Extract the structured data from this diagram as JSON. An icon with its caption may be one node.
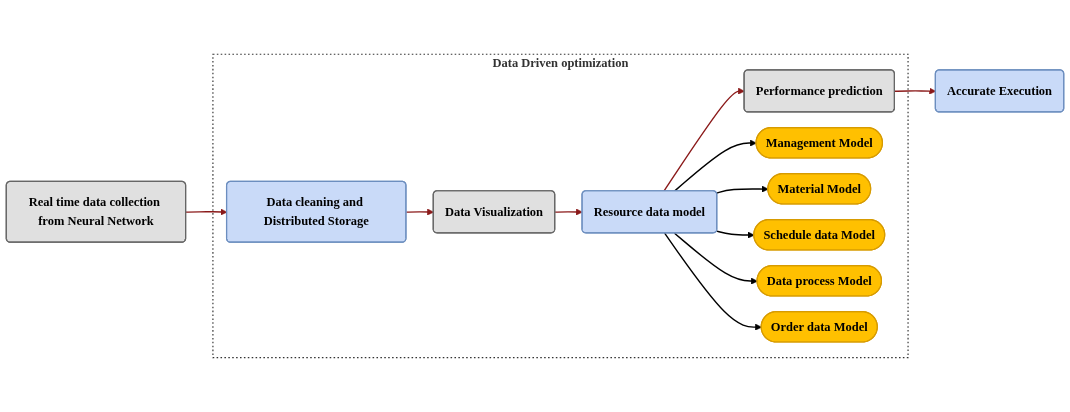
{
  "diagram": {
    "nodes": [
      {
        "text": [
          "Real time data collection from Neural Network"
        ]
      },
      {
        "text": [
          "Data Driven optimization"
        ]
      },
      {
        "text": [
          "Data cleaning and Distributed Storage"
        ],
        "in": 1
      },
      {
        "text": [
          "Data Visualization"
        ],
        "in": 1
      },
      {
        "text": [
          "Resource data model"
        ],
        "in": 1
      },
      {
        "text": [
          "Performance prediction"
        ],
        "in": 1
      },
      {
        "text": [
          "Accurate Execution"
        ]
      },
      {
        "text": [
          "Management Model"
        ],
        "in": 1
      },
      {
        "text": [
          "Material Model"
        ],
        "in": 1
      },
      {
        "text": [
          "Schedule data Model"
        ],
        "in": 1
      },
      {
        "text": [
          "Data process Model"
        ],
        "in": 1
      },
      {
        "text": [
          "Order data Model"
        ],
        "in": 1
      }
    ],
    "edges": [
      {
        "from": 0,
        "to": 2,
        "arrow": "to",
        "color": "#8b1a1a"
      },
      {
        "from": 2,
        "to": 3,
        "arrow": "to",
        "color": "#8b1a1a"
      },
      {
        "from": 3,
        "to": 4,
        "arrow": "to",
        "color": "#8b1a1a"
      },
      {
        "from": 4,
        "to": 5,
        "arrow": "to",
        "color": "#8b1a1a"
      },
      {
        "from": 5,
        "to": 6,
        "arrow": "to",
        "color": "#8b1a1a"
      },
      {
        "from": 4,
        "to": 9,
        "arrow": "to",
        "color": "#000000"
      },
      {
        "from": 4,
        "to": 7,
        "arrow": "to",
        "color": "#000000"
      },
      {
        "from": 4,
        "to": 10,
        "arrow": "to",
        "color": "#000000"
      },
      {
        "from": 4,
        "to": 8,
        "arrow": "to",
        "color": "#000000"
      },
      {
        "from": 4,
        "to": 11,
        "arrow": "to",
        "color": "#000000"
      }
    ]
  }
}
